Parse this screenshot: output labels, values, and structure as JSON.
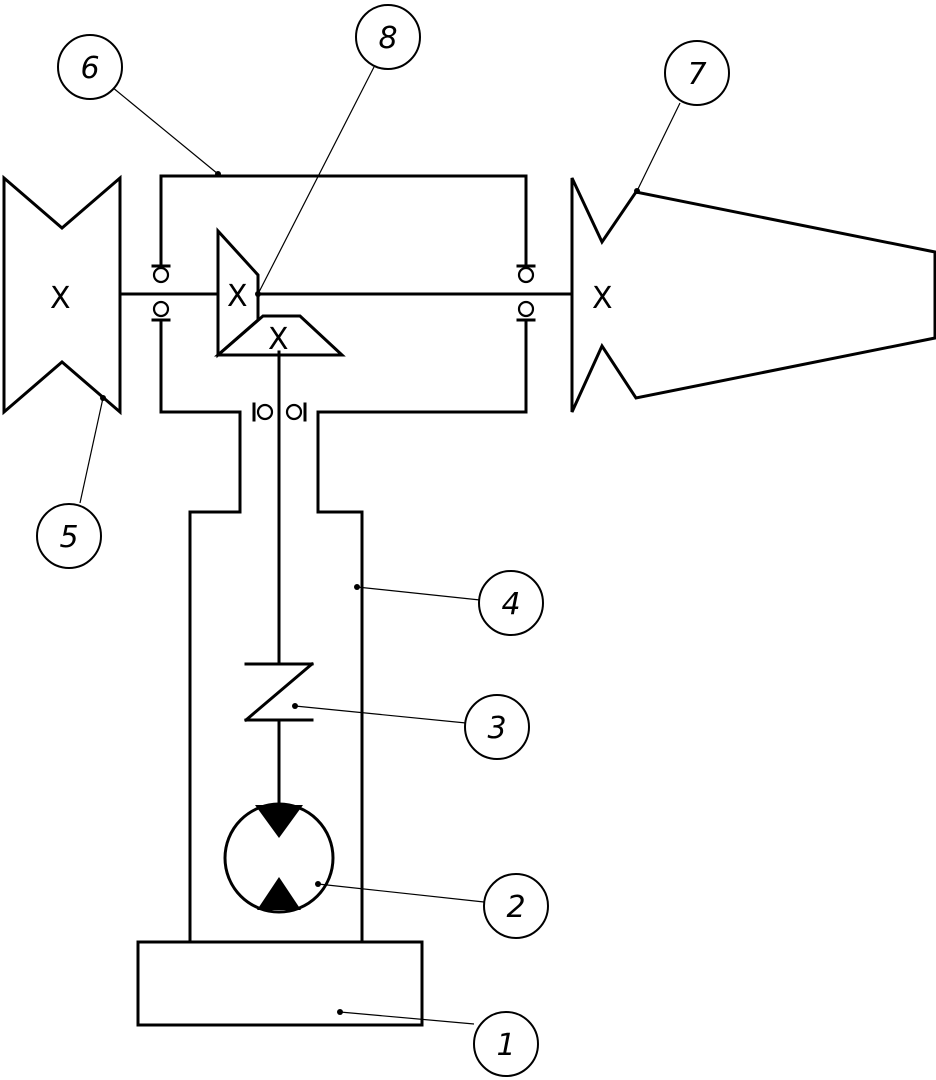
{
  "callouts": [
    {
      "id": "1",
      "label": "1"
    },
    {
      "id": "2",
      "label": "2"
    },
    {
      "id": "3",
      "label": "3"
    },
    {
      "id": "4",
      "label": "4"
    },
    {
      "id": "5",
      "label": "5"
    },
    {
      "id": "6",
      "label": "6"
    },
    {
      "id": "7",
      "label": "7"
    },
    {
      "id": "8",
      "label": "8"
    }
  ],
  "gear_mark": "X"
}
